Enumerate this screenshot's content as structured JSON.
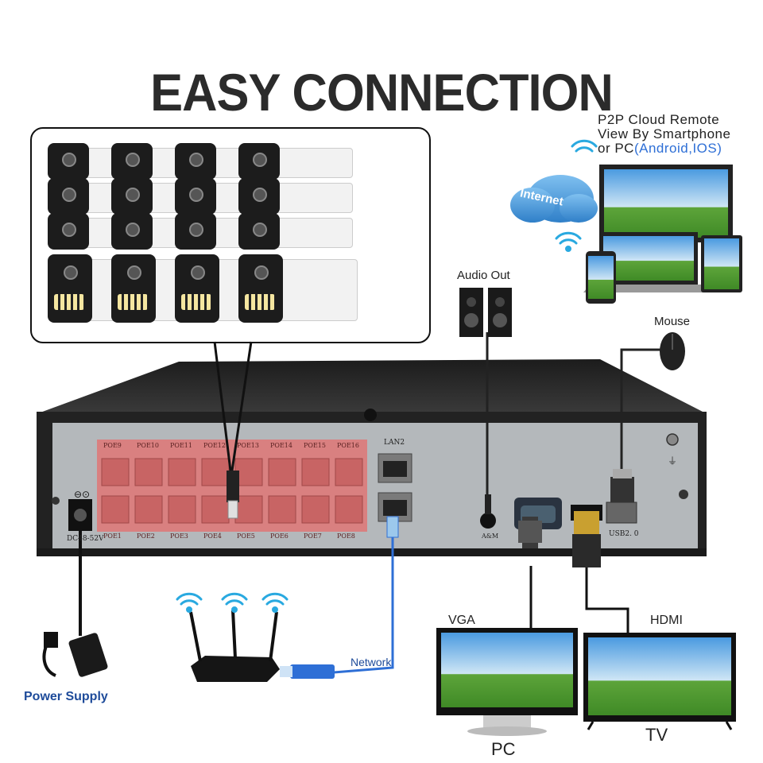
{
  "title": "EASY CONNECTION",
  "p2p": {
    "line1": "P2P  Cloud  Remote",
    "line2": "View By Smartphone",
    "line3_prefix": "or PC",
    "line3_suffix": "(Android,IOS)"
  },
  "internet_label": "Internet",
  "audio_out": "Audio Out",
  "mouse": "Mouse",
  "power_supply": "Power Supply",
  "network": "Network",
  "vga": "VGA",
  "hdmi": "HDMI",
  "pc": "PC",
  "tv": "TV",
  "panel": {
    "poe_top": [
      "POE9",
      "POE10",
      "POE11",
      "POE12",
      "POE13",
      "POE14",
      "POE15",
      "POE16"
    ],
    "poe_bottom": [
      "POE1",
      "POE2",
      "POE3",
      "POE4",
      "POE5",
      "POE6",
      "POE7",
      "POE8"
    ],
    "lan2": "LAN2",
    "dc": "DC48-52V",
    "am": "A&M",
    "usb": "USB2. 0"
  },
  "colors": {
    "poe_block": "#d98080",
    "accent_blue": "#2e6fd6",
    "power_blue": "#1e4b9a",
    "nvr_body": "#2a2a2a"
  }
}
